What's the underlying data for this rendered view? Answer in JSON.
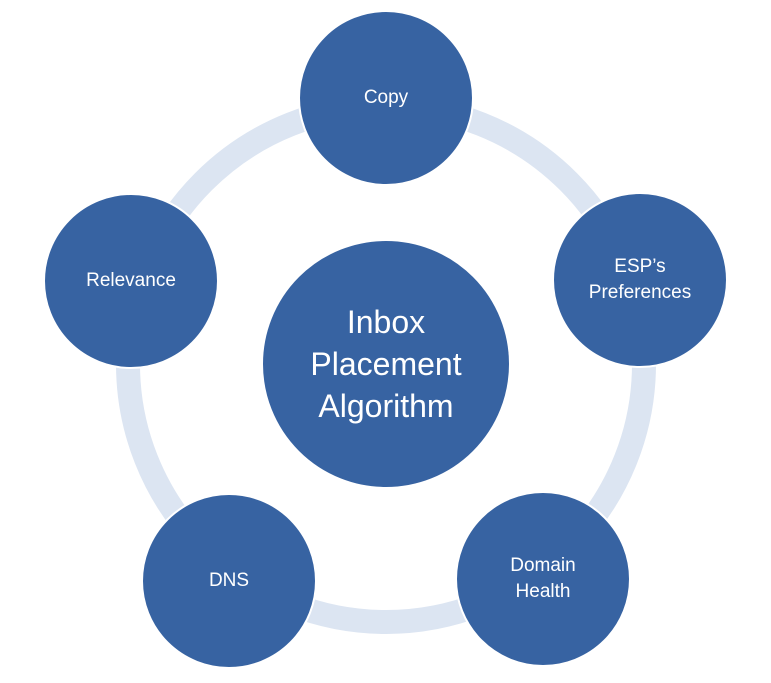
{
  "colors": {
    "node_fill": "#3763a2",
    "ring": "#dce5f2",
    "text": "#ffffff"
  },
  "center": {
    "label": "Inbox\nPlacement\nAlgorithm"
  },
  "nodes": [
    {
      "label": "Copy"
    },
    {
      "label": "ESP’s\nPreferences"
    },
    {
      "label": "Domain\nHealth"
    },
    {
      "label": "DNS"
    },
    {
      "label": "Relevance"
    }
  ]
}
